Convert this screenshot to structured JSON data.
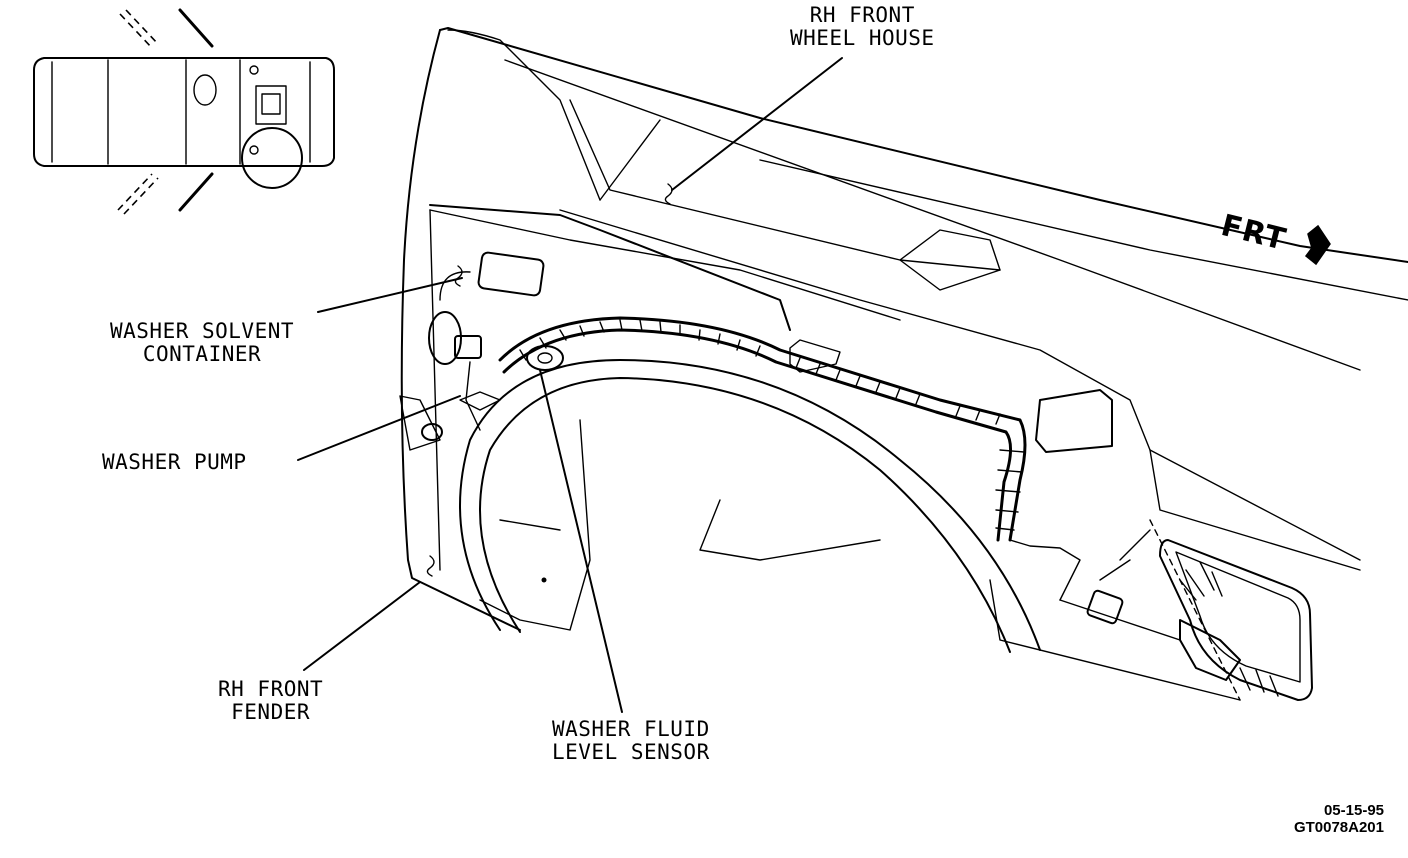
{
  "labels": {
    "wheel_house": [
      "RH FRONT",
      "WHEEL HOUSE"
    ],
    "solvent_container": [
      "WASHER SOLVENT",
      "CONTAINER"
    ],
    "washer_pump": [
      "WASHER PUMP"
    ],
    "front_fender": [
      "RH FRONT",
      "FENDER"
    ],
    "fluid_level_sensor": [
      "WASHER FLUID",
      "LEVEL SENSOR"
    ]
  },
  "direction_marker": "FRT",
  "figure_code": [
    "05-15-95",
    "GT0078A201"
  ]
}
